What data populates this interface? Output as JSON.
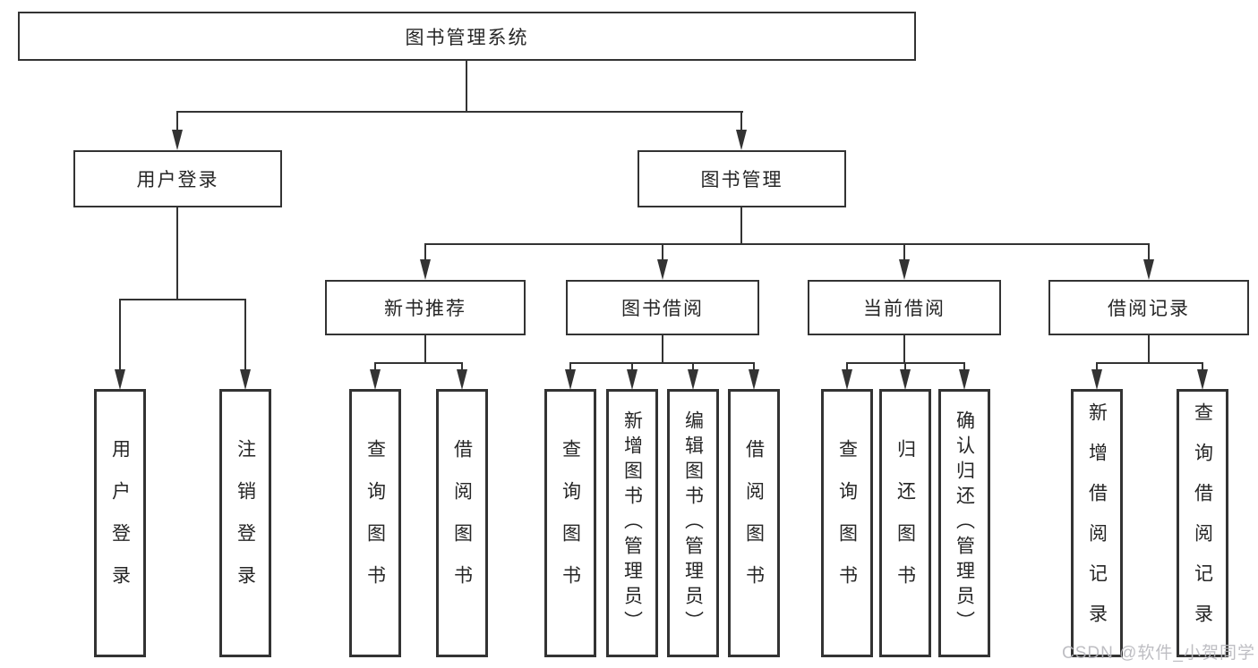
{
  "tree": {
    "root": "图书管理系统",
    "branches": [
      {
        "label": "用户登录",
        "children": [
          "用户登录",
          "注销登录"
        ]
      },
      {
        "label": "图书管理",
        "children": [
          {
            "label": "新书推荐",
            "children": [
              "查询图书",
              "借阅图书"
            ]
          },
          {
            "label": "图书借阅",
            "children": [
              "查询图书",
              "新增图书（管理员）",
              "编辑图书（管理员）",
              "借阅图书"
            ]
          },
          {
            "label": "当前借阅",
            "children": [
              "查询图书",
              "归还图书",
              "确认归还（管理员）"
            ]
          },
          {
            "label": "借阅记录",
            "children": [
              "新增借阅记录",
              "查询借阅记录"
            ]
          }
        ]
      }
    ]
  },
  "watermark": "CSDN @软件_小贺同学",
  "colors": {
    "line": "#333333",
    "text": "#262626",
    "watermark": "#b9b9be",
    "background": "#ffffff"
  }
}
